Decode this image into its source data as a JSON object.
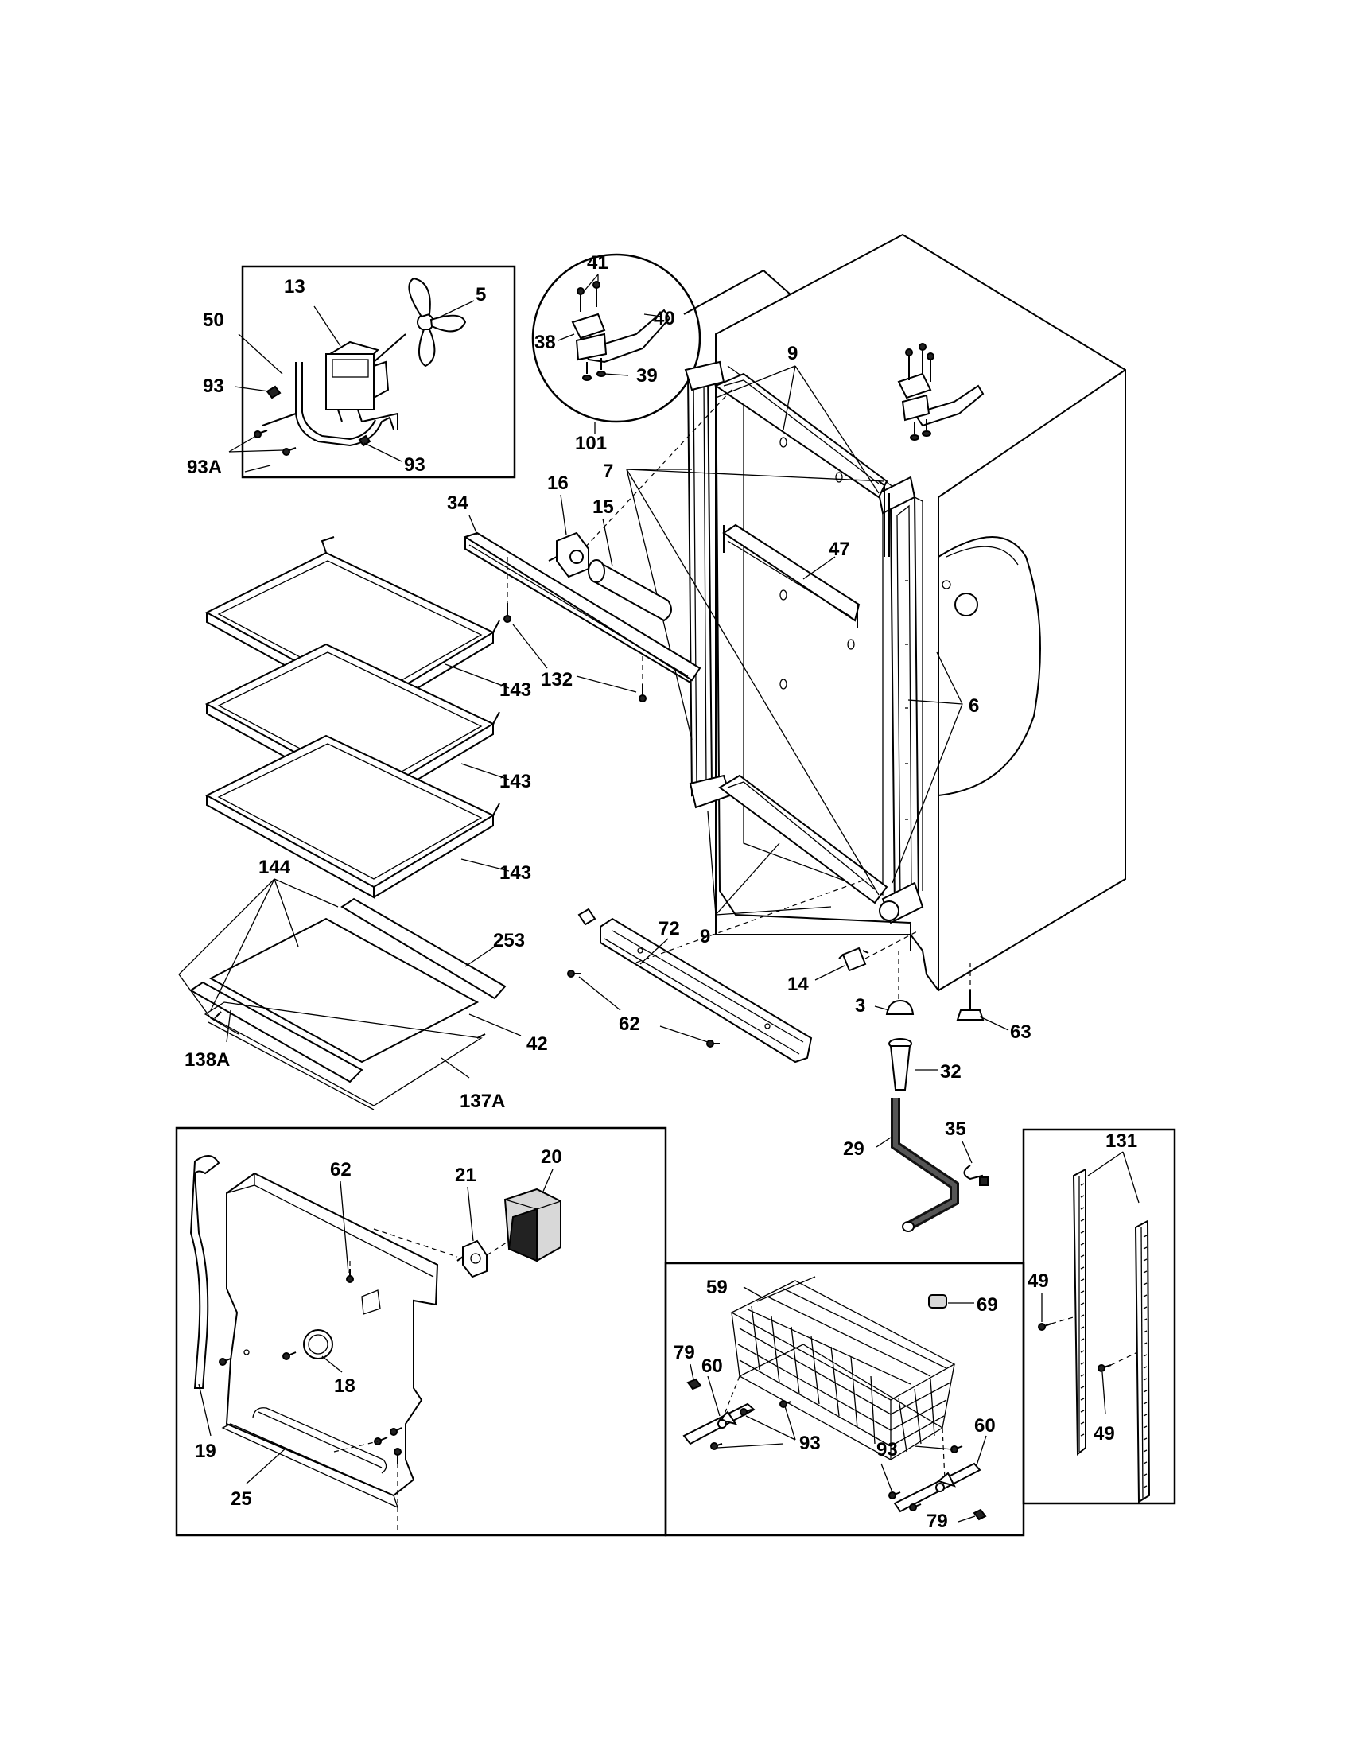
{
  "labels": {
    "l3": "3",
    "l5": "5",
    "l6": "6",
    "l7": "7",
    "l9a": "9",
    "l9b": "9",
    "l13": "13",
    "l14": "14",
    "l15": "15",
    "l16": "16",
    "l18": "18",
    "l19": "19",
    "l20": "20",
    "l21": "21",
    "l25": "25",
    "l29": "29",
    "l32": "32",
    "l34": "34",
    "l35": "35",
    "l38": "38",
    "l39": "39",
    "l40": "40",
    "l41": "41",
    "l42": "42",
    "l47": "47",
    "l49a": "49",
    "l49b": "49",
    "l50": "50",
    "l59": "59",
    "l60a": "60",
    "l60b": "60",
    "l62a": "62",
    "l62b": "62",
    "l63": "63",
    "l69": "69",
    "l72": "72",
    "l79a": "79",
    "l79b": "79",
    "l93a": "93",
    "l93b": "93",
    "l93c": "93",
    "l93d": "93",
    "l93A": "93A",
    "l101": "101",
    "l131": "131",
    "l132": "132",
    "l137A": "137A",
    "l138A": "138A",
    "l143a": "143",
    "l143b": "143",
    "l143c": "143",
    "l144": "144",
    "l253": "253"
  }
}
